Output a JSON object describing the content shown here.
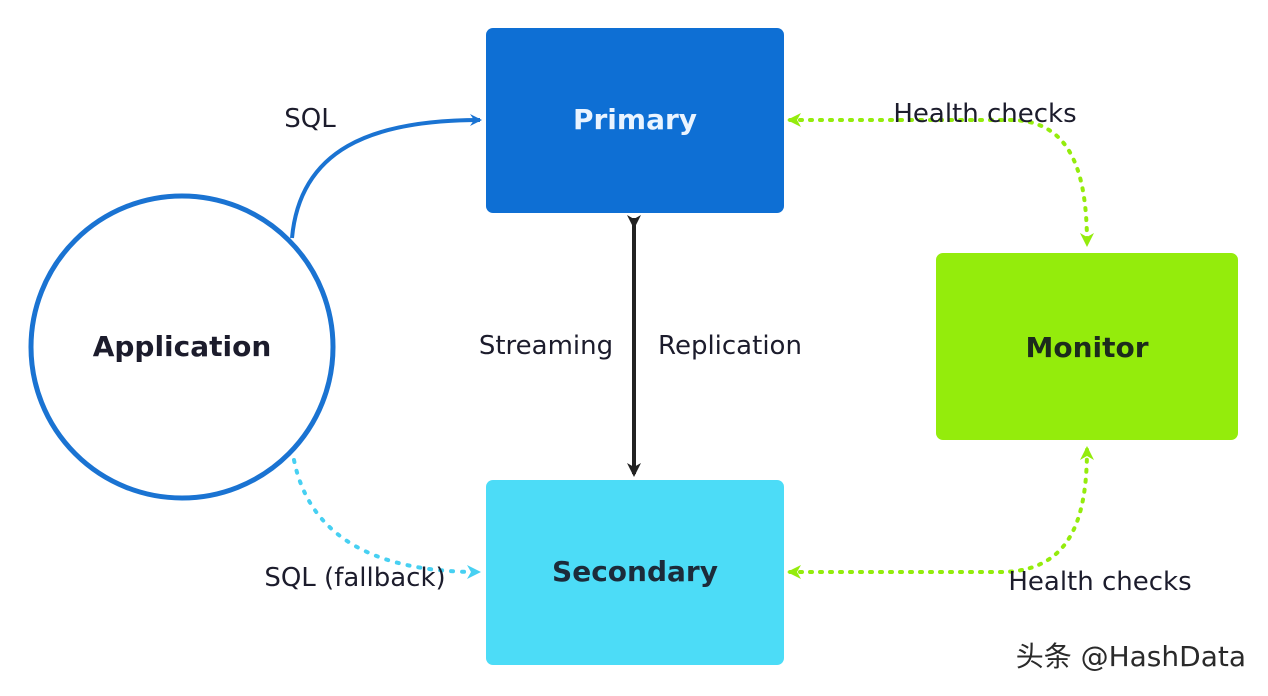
{
  "nodes": {
    "application": "Application",
    "primary": "Primary",
    "secondary": "Secondary",
    "monitor": "Monitor"
  },
  "edges": {
    "sql": "SQL",
    "sql_fallback": "SQL (fallback)",
    "streaming": "Streaming",
    "replication": "Replication",
    "health_checks_primary": "Health checks",
    "health_checks_secondary": "Health checks"
  },
  "watermark": "头条 @HashData",
  "colors": {
    "application_stroke": "#1a73d2",
    "primary_fill": "#0e6fd4",
    "secondary_fill": "#4cdcf7",
    "monitor_fill": "#94ec0c",
    "sql_arrow": "#1a73d2",
    "fallback_arrow": "#47d0f2",
    "replication_arrow": "#222222",
    "health_arrow": "#94ec0c"
  }
}
